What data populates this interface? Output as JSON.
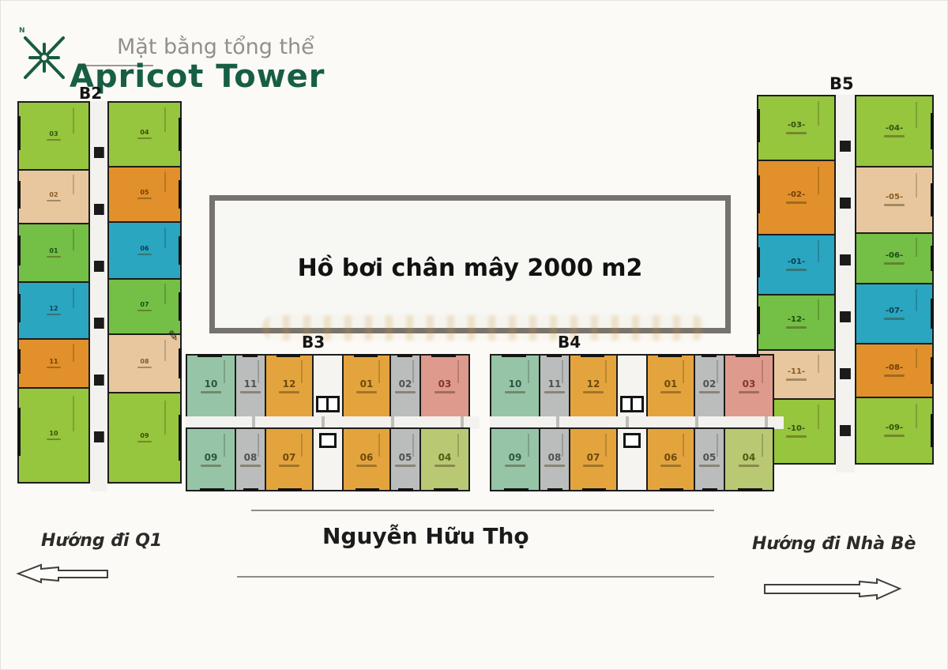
{
  "logo": {
    "n_mark": "N",
    "subtitle": "Mặt bằng tổng thể",
    "title": "Apricot Tower",
    "subtitle_color": "#92908a",
    "title_color": "#175e44"
  },
  "colors": {
    "lime": "#96c53e",
    "green": "#74bf45",
    "teal": "#2aa6c0",
    "orange": "#e2902b",
    "tan": "#e9c79e",
    "amber": "#e4a43d",
    "gray": "#babdbb",
    "sage": "#96c4a7",
    "salmon": "#de9a8c",
    "yellowgreen": "#b9c873",
    "wall": "#1d1d1b",
    "pool_border": "#76726d",
    "watermark": "#d19c4a"
  },
  "towers": [
    {
      "id": "B2",
      "label": "B2",
      "left": [
        {
          "no": "03",
          "c": "lime",
          "h": 88
        },
        {
          "no": "02",
          "c": "tan",
          "h": 70
        },
        {
          "no": "01",
          "c": "green",
          "h": 76
        },
        {
          "no": "12",
          "c": "teal",
          "h": 74
        },
        {
          "no": "11",
          "c": "orange",
          "h": 64
        },
        {
          "no": "10",
          "c": "lime",
          "h": 122
        }
      ],
      "right": [
        {
          "no": "04",
          "c": "lime",
          "h": 84
        },
        {
          "no": "05",
          "c": "orange",
          "h": 72
        },
        {
          "no": "06",
          "c": "teal",
          "h": 74
        },
        {
          "no": "07",
          "c": "green",
          "h": 72
        },
        {
          "no": "08",
          "c": "tan",
          "h": 76
        },
        {
          "no": "09",
          "c": "lime",
          "h": 116
        }
      ]
    },
    {
      "id": "B5",
      "label": "B5",
      "left": [
        {
          "no": "-03-",
          "c": "lime",
          "h": 84
        },
        {
          "no": "-02-",
          "c": "orange",
          "h": 96
        },
        {
          "no": "-01-",
          "c": "teal",
          "h": 78
        },
        {
          "no": "-12-",
          "c": "green",
          "h": 72
        },
        {
          "no": "-11-",
          "c": "tan",
          "h": 64
        },
        {
          "no": "-10-",
          "c": "lime",
          "h": 84
        }
      ],
      "right": [
        {
          "no": "-04-",
          "c": "lime",
          "h": 92
        },
        {
          "no": "-05-",
          "c": "tan",
          "h": 86
        },
        {
          "no": "-06-",
          "c": "green",
          "h": 66
        },
        {
          "no": "-07-",
          "c": "teal",
          "h": 78
        },
        {
          "no": "-08-",
          "c": "orange",
          "h": 70
        },
        {
          "no": "-09-",
          "c": "lime",
          "h": 86
        }
      ]
    }
  ],
  "slabs": [
    {
      "id": "B3",
      "label": "B3",
      "top": [
        {
          "no": "10",
          "c": "sage",
          "w": 64
        },
        {
          "no": "11",
          "c": "gray",
          "w": 40
        },
        {
          "no": "12",
          "c": "amber",
          "w": 62
        },
        {
          "no": "01",
          "c": "amber",
          "w": 62
        },
        {
          "no": "02",
          "c": "gray",
          "w": 40
        },
        {
          "no": "03",
          "c": "salmon",
          "w": 64
        }
      ],
      "bottom": [
        {
          "no": "09",
          "c": "sage",
          "w": 64
        },
        {
          "no": "08",
          "c": "gray",
          "w": 40
        },
        {
          "no": "07",
          "c": "amber",
          "w": 62
        },
        {
          "no": "06",
          "c": "amber",
          "w": 62
        },
        {
          "no": "05",
          "c": "gray",
          "w": 40
        },
        {
          "no": "04",
          "c": "yellowgreen",
          "w": 64
        }
      ]
    },
    {
      "id": "B4",
      "label": "B4",
      "top": [
        {
          "no": "10",
          "c": "sage",
          "w": 64
        },
        {
          "no": "11",
          "c": "gray",
          "w": 40
        },
        {
          "no": "12",
          "c": "amber",
          "w": 62
        },
        {
          "no": "01",
          "c": "amber",
          "w": 62
        },
        {
          "no": "02",
          "c": "gray",
          "w": 40
        },
        {
          "no": "03",
          "c": "salmon",
          "w": 64
        }
      ],
      "bottom": [
        {
          "no": "09",
          "c": "sage",
          "w": 64
        },
        {
          "no": "08",
          "c": "gray",
          "w": 40
        },
        {
          "no": "07",
          "c": "amber",
          "w": 62
        },
        {
          "no": "06",
          "c": "amber",
          "w": 62
        },
        {
          "no": "05",
          "c": "gray",
          "w": 40
        },
        {
          "no": "04",
          "c": "yellowgreen",
          "w": 64
        }
      ]
    }
  ],
  "pool": {
    "label": "Hồ bơi chân mây 2000 m2"
  },
  "street": {
    "name": "Nguyễn Hữu Thọ"
  },
  "directions": {
    "left": "Hướng đi Q1",
    "right": "Hướng đi Nhà Bè"
  }
}
